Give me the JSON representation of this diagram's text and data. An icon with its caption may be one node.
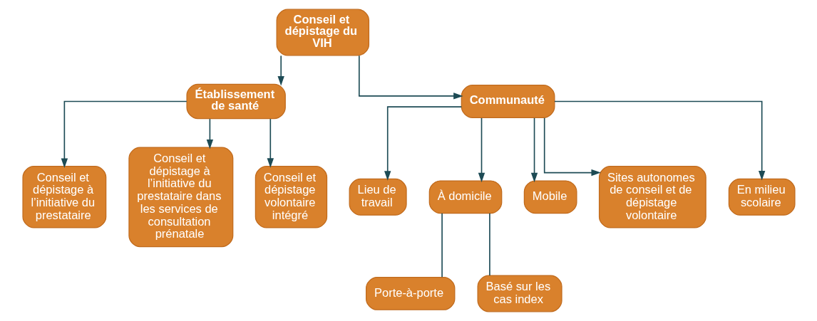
{
  "diagram": {
    "nodes": [
      {
        "text": [
          "Conseil et dépistage du VIH"
        ]
      },
      {
        "text": [
          "Établissement de santé"
        ]
      },
      {
        "text": [
          "Communauté"
        ]
      },
      {
        "text": [
          "Conseil et dépistage à l’initiative du prestataire"
        ]
      },
      {
        "text": [
          "Conseil et dépistage à l’initiative du prestataire dans les services de consultation prénatale"
        ]
      },
      {
        "text": [
          "Conseil et dépistage volontaire intégré"
        ]
      },
      {
        "text": [
          "Lieu de travail"
        ]
      },
      {
        "text": [
          "À domicile"
        ]
      },
      {
        "text": [
          "Mobile"
        ]
      },
      {
        "text": [
          "Sites autonomes de conseil et de dépistage volontaire"
        ]
      },
      {
        "text": [
          "En milieu scolaire"
        ]
      },
      {
        "text": [
          "Porte-à-porte"
        ]
      },
      {
        "text": [
          "Basé sur les cas index"
        ]
      }
    ],
    "edges": [
      {
        "from": 0,
        "to": 1,
        "arrow": "to"
      },
      {
        "from": 0,
        "to": 2,
        "arrow": "to"
      },
      {
        "from": 1,
        "to": 3,
        "arrow": "to"
      },
      {
        "from": 1,
        "to": 4,
        "arrow": "to"
      },
      {
        "from": 1,
        "to": 5,
        "arrow": "to"
      },
      {
        "from": 2,
        "to": 6,
        "arrow": "to"
      },
      {
        "from": 2,
        "to": 7,
        "arrow": "to"
      },
      {
        "from": 2,
        "to": 8,
        "arrow": "to"
      },
      {
        "from": 2,
        "to": 9,
        "arrow": "to"
      },
      {
        "from": 2,
        "to": 10,
        "arrow": "to"
      },
      {
        "from": 7,
        "to": 11,
        "arrow": "none"
      },
      {
        "from": 7,
        "to": 12,
        "arrow": "none"
      }
    ]
  }
}
